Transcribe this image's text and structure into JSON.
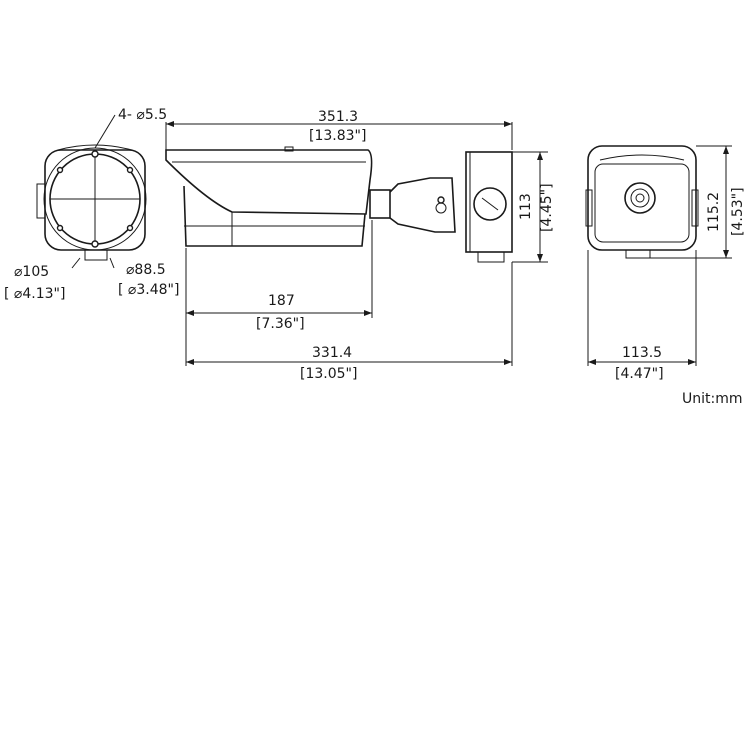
{
  "dimensions": {
    "holes": "4- ⌀5.5",
    "front_dia_outer_mm": "⌀105",
    "front_dia_outer_in": "[ ⌀4.13\"]",
    "front_dia_inner_mm": "⌀88.5",
    "front_dia_inner_in": "[ ⌀3.48\"]",
    "total_length_mm": "351.3",
    "total_length_in": "[13.83\"]",
    "housing_length_mm": "187",
    "housing_length_in": "[7.36\"]",
    "base_length_mm": "331.4",
    "base_length_in": "[13.05\"]",
    "box_height_mm": "113",
    "box_height_in": "[4.45\"]",
    "rear_height_mm": "115.2",
    "rear_height_in": "[4.53\"]",
    "rear_width_mm": "113.5",
    "rear_width_in": "[4.47\"]"
  },
  "unit_label": "Unit:mm"
}
